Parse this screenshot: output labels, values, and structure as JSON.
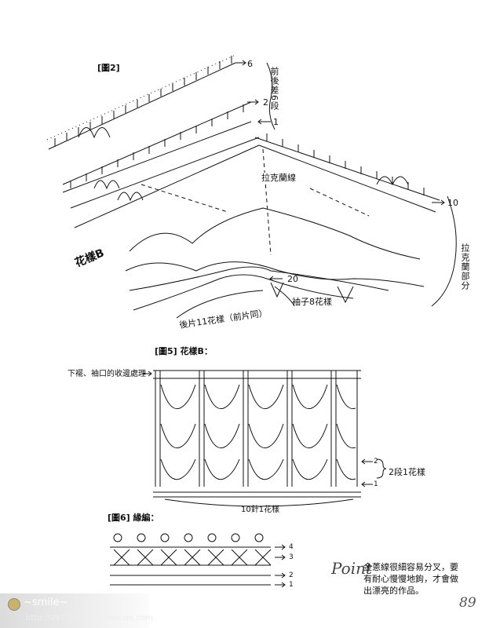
{
  "fig2": {
    "title": "[圖2]",
    "row6": "6",
    "row2": "2",
    "row1": "1",
    "front_label": "前後差6段",
    "raglan": "拉克蘭線",
    "row10": "10",
    "raglan_side": "拉克蘭部分",
    "row20": "20",
    "sleeve": "袖子8花樣",
    "back": "後片11花樣（前片同）",
    "pattern_b": "花樣B"
  },
  "fig5": {
    "title": "[圖5] 花樣B：",
    "left_note": "下襬、袖口的收邊處理",
    "row2": "2",
    "row1": "1",
    "rep": "2段1花樣",
    "bottom": "10針1花樣"
  },
  "fig6": {
    "title": "[圖6] 緣編：",
    "r4": "4",
    "r3": "3",
    "r2": "2",
    "r1": "1"
  },
  "note": {
    "point": "Point",
    "line1": "金蔥線很細容易分叉，要",
    "line2": "有耐心慢慢地鉤，才會做",
    "line3": "出漂亮的作品。"
  },
  "page_number": "89",
  "watermark": {
    "line1": "~smile~",
    "line2": "http://281333287.qzone.qq.com"
  }
}
